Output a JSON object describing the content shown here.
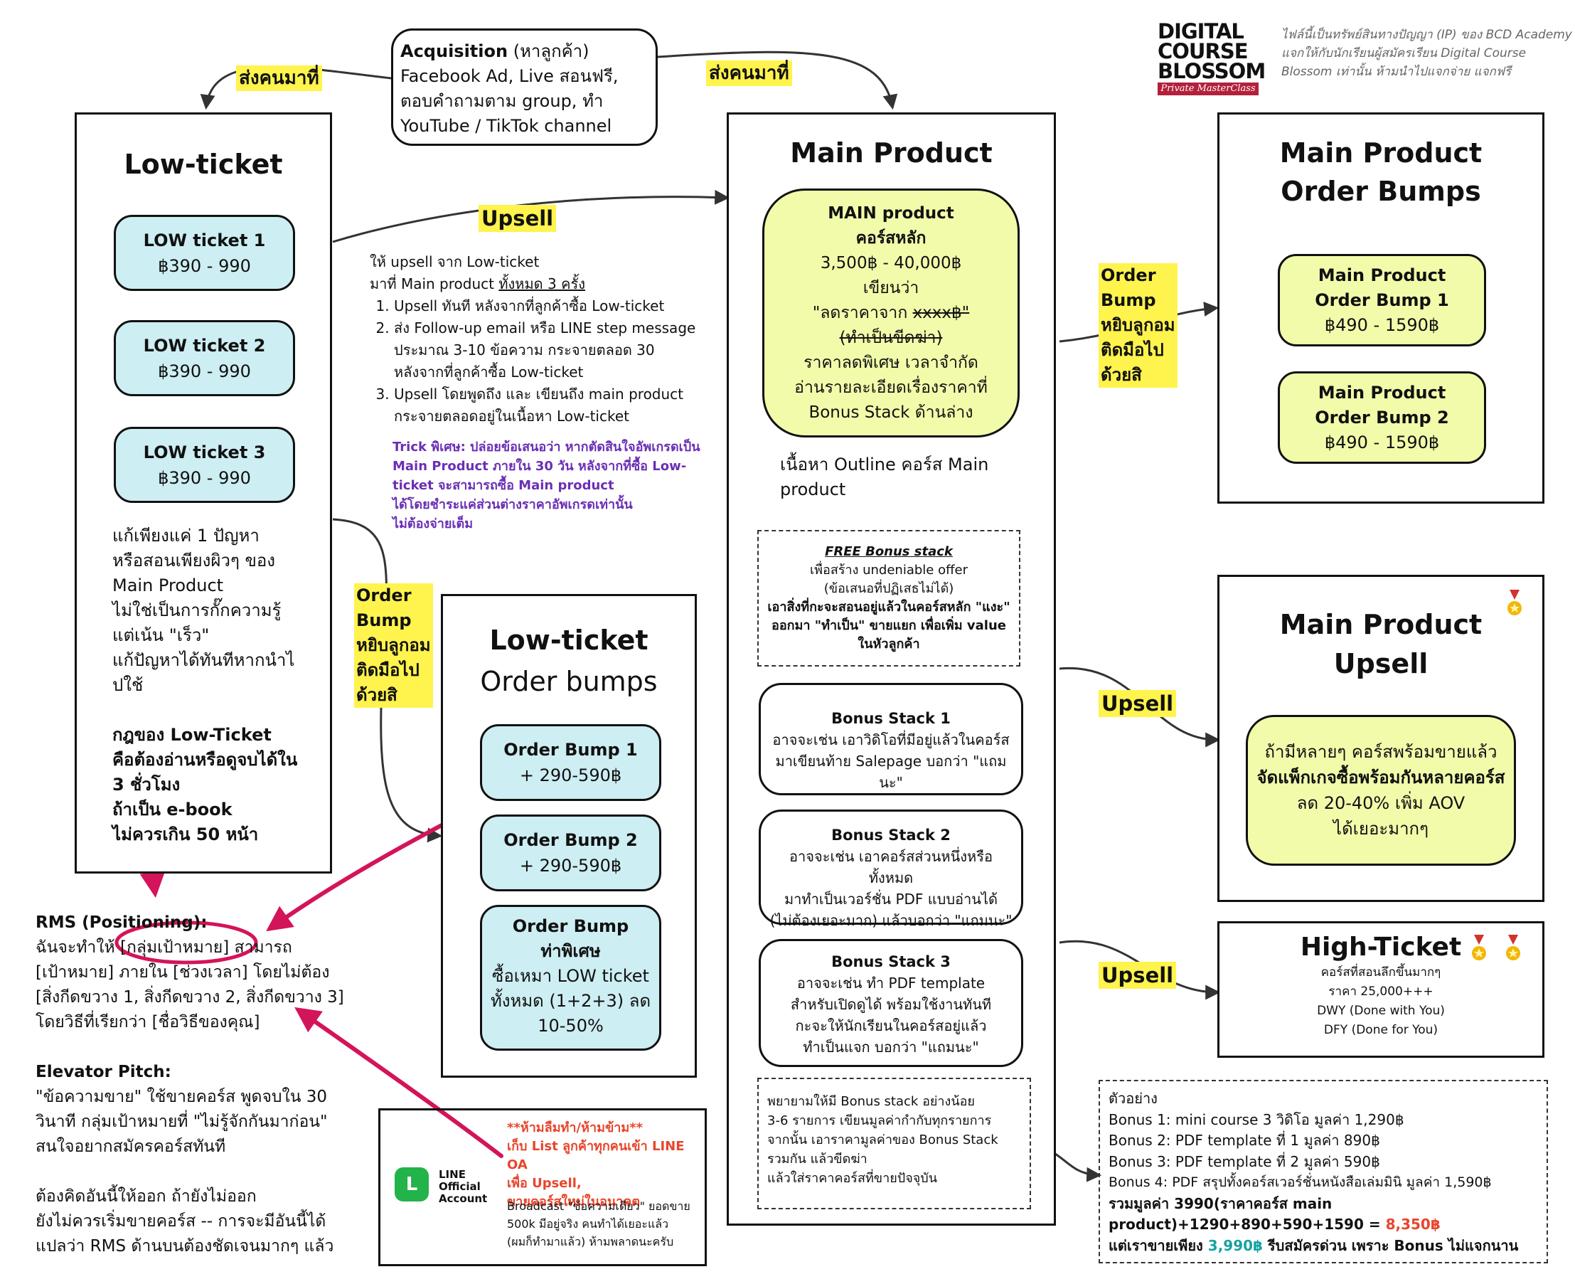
{
  "logo": {
    "line1": "DIGITAL",
    "line2": "COURSE",
    "line3": "BLOSSOM",
    "tag": "Private MasterClass",
    "note_line1": "ไฟล์นี้เป็นทรัพย์สินทางปัญญา (IP) ของ BCD Academy",
    "note_line2": "แจกให้กับนักเรียนผู้สมัครเรียน Digital Course",
    "note_line3": "Blossom เท่านั้น ห้ามนำไปแจกจ่าย แจกฟรี"
  },
  "acquisition": {
    "title": "Acquisition",
    "title_suffix": " (หาลูกค้า)",
    "line1": "Facebook Ad, Live สอนฟรี,",
    "line2": "ตอบคำถามตาม group, ทำ",
    "line3": "YouTube / TikTok channel"
  },
  "labels": {
    "send_left": "ส่งคนมาที่",
    "send_right": "ส่งคนมาที่",
    "upsell_main": "Upsell",
    "order_bump_low_1": "Order",
    "order_bump_low_2": "Bump",
    "order_bump_low_3": "หยิบลูกอม",
    "order_bump_low_4": "ติดมือไป",
    "order_bump_low_5": "ด้วยสิ",
    "order_bump_main_1": "Order",
    "order_bump_main_2": "Bump",
    "order_bump_main_3": "หยิบลูกอม",
    "order_bump_main_4": "ติดมือไป",
    "order_bump_main_5": "ด้วยสิ",
    "upsell_right_1": "Upsell",
    "upsell_right_2": "Upsell"
  },
  "low_ticket": {
    "title": "Low-ticket",
    "items": [
      {
        "name": "LOW ticket 1",
        "price": "฿390 - 990"
      },
      {
        "name": "LOW ticket 2",
        "price": "฿390 - 990"
      },
      {
        "name": "LOW ticket 3",
        "price": "฿390 - 990"
      }
    ],
    "desc1": "แก้เพียงแค่ 1 ปัญหา",
    "desc2": "หรือสอนเพียงผิวๆ ของ",
    "desc3": "Main Product",
    "desc4": "ไม่ใช่เป็นการกั๊กความรู้",
    "desc5": "แต่เน้น \"เร็ว\"",
    "desc6": "แก้ปัญหาได้ทันทีหากนำไ",
    "desc7": "ปใช้",
    "rule1": "กฎของ Low-Ticket",
    "rule2": "คือต้องอ่านหรือดูจบได้ใน",
    "rule3": "3 ชั่วโมง",
    "rule4": "ถ้าเป็น e-book",
    "rule5": "ไม่ควรเกิน 50 หน้า"
  },
  "upsell_note": {
    "line1": "ให้ upsell จาก Low-ticket",
    "line2a": "มาที่ Main product ",
    "line2b": "ทั้งหมด 3 ครั้ง",
    "item1": "Upsell ทันที หลังจากที่ลูกค้าซื้อ Low-ticket",
    "item2a": "ส่ง Follow-up email หรือ LINE step message",
    "item2b": "ประมาณ 3-10 ข้อความ กระจายตลอด 30",
    "item2c": "หลังจากที่ลูกค้าซื้อ Low-ticket",
    "item3a": "Upsell โดยพูดถึง และ เขียนถึง main product",
    "item3b": "กระจายตลอดอยู่ในเนื้อหา Low-ticket",
    "trick1": "Trick พิเศษ: ปล่อยข้อเสนอว่า หากตัดสินใจอัพเกรดเป็น",
    "trick2": "Main Product ภายใน 30 วัน หลังจากที่ซื้อ Low-",
    "trick3": "ticket จะสามารถซื้อ Main product",
    "trick4": "ได้โดยชำระแค่ส่วนต่างราคาอัพเกรดเท่านั้น",
    "trick5": "ไม่ต้องจ่ายเต็ม"
  },
  "low_bumps": {
    "title1": "Low-ticket",
    "title2": "Order bumps",
    "b1_name": "Order Bump 1",
    "b1_price": "+ 290-590฿",
    "b2_name": "Order Bump 2",
    "b2_price": "+ 290-590฿",
    "b3_name1": "Order Bump",
    "b3_name2": "ท่าพิเศษ",
    "b3_line1": "ซื้อเหมา LOW ticket",
    "b3_line2": "ทั้งหมด (1+2+3) ลด",
    "b3_line3": "10-50%"
  },
  "rms": {
    "title": "RMS (Positioning):",
    "line1": "ฉันจะทำให้ [กลุ่มเป้าหมาย] สามารถ",
    "line2": "[เป้าหมาย] ภายใน [ช่วงเวลา] โดยไม่ต้อง",
    "line3": "[สิ่งกีดขวาง 1, สิ่งกีดขวาง 2, สิ่งกีดขวาง 3]",
    "line4": "โดยวิธีที่เรียกว่า [ชื่อวิธีของคุณ]",
    "ep_title": "Elevator Pitch:",
    "ep1": "\"ข้อความขาย\" ใช้ขายคอร์ส พูดจบใน 30",
    "ep2": "วินาที กลุ่มเป้าหมายที่ \"ไม่รู้จักกันมาก่อน\"",
    "ep3": "สนใจอยากสมัครคอร์สทันที",
    "th1": "ต้องคิดอันนี้ให้ออก ถ้ายังไม่ออก",
    "th2": "ยังไม่ควรเริ่มขายคอร์ส -- การจะมีอันนี้ได้",
    "th3": "แปลว่า RMS ด้านบนต้องชัดเจนมากๆ แล้ว"
  },
  "line_box": {
    "icon_letter": "L",
    "brand1": "LINE",
    "brand2": "Official",
    "brand3": "Account",
    "warn1": "**ห้ามลืมทำ/ห้ามข้าม**",
    "warn2": "เก็บ List ลูกค้าทุกคนเข้า LINE OA",
    "warn3": "เพื่อ Upsell,",
    "warn4": "ขายคอร์สใหม่ในอนาคต",
    "b1": "Broadcast \"ข้อความเดียว\" ยอดขาย",
    "b2": "500k มีอยู่จริง คนทำได้เยอะแล้ว",
    "b3": "(ผมก็ทำมาแล้ว) ห้ามพลาดนะครับ"
  },
  "main": {
    "title": "Main Product",
    "p1": "MAIN product",
    "p2": "คอร์สหลัก",
    "p3": "3,500฿ - 40,000฿",
    "p4": "เขียนว่า",
    "p5a": "\"ลดราคาจาก ",
    "p5b": "xxxx฿\"",
    "p6": "(ทำเป็นขีดฆ่า)",
    "p7": "ราคาลดพิเศษ เวลาจำกัด",
    "p8": "อ่านรายละเอียดเรื่องราคาที่",
    "p9": "Bonus Stack ด้านล่าง",
    "outline1": "เนื้อหา Outline คอร์ส Main",
    "outline2": "product",
    "free_title": "FREE Bonus stack",
    "free1": "เพื่อสร้าง undeniable offer",
    "free2": "(ข้อเสนอที่ปฏิเสธไม่ได้)",
    "free3": "เอาสิ่งที่กะจะสอนอยู่แล้วในคอร์สหลัก \"แงะ\"",
    "free4": "ออกมา \"ทำเป็น\" ขายแยก เพื่อเพิ่ม value",
    "free5": "ในหัวลูกค้า",
    "bs1_title": "Bonus Stack 1",
    "bs1_1": "อาจจะเช่น เอาวิดิโอที่มีอยู่แล้วในคอร์ส",
    "bs1_2": "มาเขียนท้าย Salepage บอกว่า \"แถมนะ\"",
    "bs2_title": "Bonus Stack 2",
    "bs2_1": "อาจจะเช่น เอาคอร์สส่วนหนึ่งหรือทั้งหมด",
    "bs2_2": "มาทำเป็นเวอร์ชั่น PDF แบบอ่านได้",
    "bs2_3": "(ไม่ต้องเยอะมาก) แล้วบอกว่า \"แถมนะ\"",
    "bs3_title": "Bonus Stack 3",
    "bs3_1": "อาจจะเช่น ทำ PDF template",
    "bs3_2": "สำหรับเปิดดูได้ พร้อมใช้งานทันที",
    "bs3_3": "กะจะให้นักเรียนในคอร์สอยู่แล้ว",
    "bs3_4": "ทำเป็นแจก บอกว่า \"แถมนะ\"",
    "tip1": "พยายามให้มี Bonus stack อย่างน้อย",
    "tip2": "3-6 รายการ เขียนมูลค่ากำกับทุกรายการ",
    "tip3": "จากนั้น เอาราคามูลค่าของ Bonus Stack",
    "tip4": "รวมกัน แล้วขีดฆ่า",
    "tip5": "แล้วใส่ราคาคอร์สที่ขายปัจจุบัน"
  },
  "mob": {
    "title1": "Main Product",
    "title2": "Order Bumps",
    "b1a": "Main Product",
    "b1b": "Order Bump 1",
    "b1c": "฿490 - 1590฿",
    "b2a": "Main Product",
    "b2b": "Order Bump 2",
    "b2c": "฿490 - 1590฿"
  },
  "mpu": {
    "title1": "Main Product",
    "title2": "Upsell",
    "l1": "ถ้ามีหลายๆ คอร์สพร้อมขายแล้ว",
    "l2": "จัดแพ็กเกจซื้อพร้อมกันหลายคอร์ส",
    "l3": "ลด 20-40% เพิ่ม AOV",
    "l4": "ได้เยอะมากๆ"
  },
  "ht": {
    "title": "High-Ticket",
    "l1": "คอร์สที่สอนลึกขึ้นมากๆ",
    "l2": "ราคา 25,000+++",
    "l3": "DWY (Done with You)",
    "l4": "DFY (Done for You)"
  },
  "example": {
    "title": "ตัวอย่าง",
    "l1": "Bonus 1: mini course 3 วิดิโอ มูลค่า 1,290฿",
    "l2": "Bonus 2: PDF template ที่ 1 มูลค่า 890฿",
    "l3": "Bonus 3: PDF template ที่ 2 มูลค่า 590฿",
    "l4": "Bonus 4: PDF สรุปทั้งคอร์สเวอร์ชั่นหนังสือเล่มมินิ มูลค่า 1,590฿",
    "l5": "รวมมูลค่า 3990(ราคาคอร์ส main",
    "l6a": "product)+1290+890+590+1590 = ",
    "l6b": "8,350฿",
    "l7a": "แต่เราขายเพียง ",
    "l7b": "3,990฿",
    "l7c": " รีบสมัครด่วน เพราะ Bonus ไม่แจกนาน"
  },
  "colors": {
    "cyan_box": "#cdeef2",
    "yellow_box": "#f2fbaa",
    "highlight": "#fff34d",
    "purple_text": "#6a2fb5",
    "red_text": "#e8452c",
    "teal_text": "#17a2a2",
    "annotation_pink": "#d4145a"
  },
  "icons": [
    "line-app-icon",
    "medal-icon"
  ]
}
